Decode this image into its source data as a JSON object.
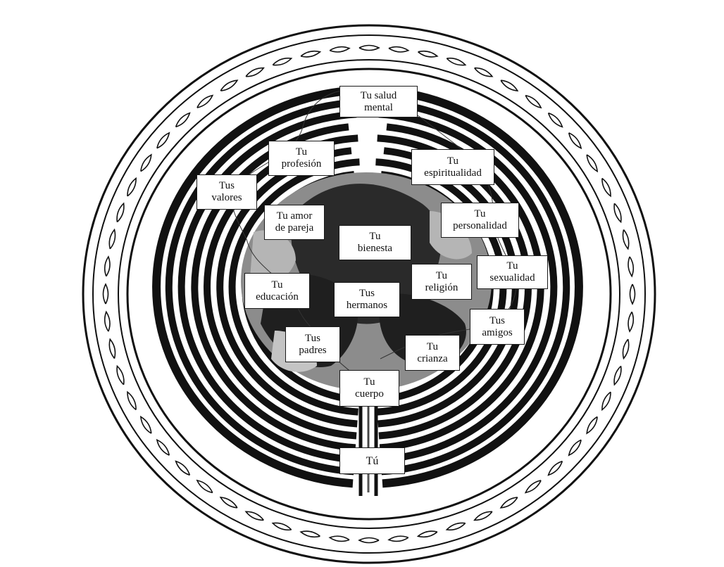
{
  "colors": {
    "ink": "#111111",
    "center_fill": "#8c8c8c",
    "background": "#ffffff"
  },
  "labels": {
    "salud_mental": "Tu salud\nmental",
    "profesion": "Tu\nprofesión",
    "espiritualidad": "Tu\nespiritualidad",
    "valores": "Tus\nvalores",
    "amor_pareja": "Tu amor\nde pareja",
    "personalidad": "Tu\npersonalidad",
    "bienesta": "Tu\nbienesta",
    "educacion": "Tu\neducación",
    "hermanos": "Tus\nhermanos",
    "religion": "Tu\nreligión",
    "sexualidad": "Tu\nsexualidad",
    "amigos": "Tus\namigos",
    "padres": "Tus\npadres",
    "crianza": "Tu\ncrianza",
    "cuerpo": "Tu\ncuerpo",
    "tu": "Tú"
  }
}
